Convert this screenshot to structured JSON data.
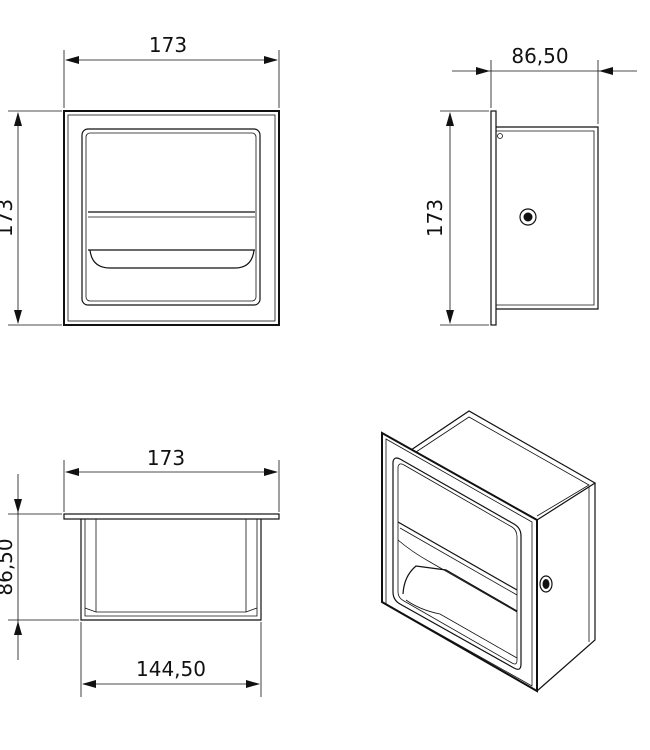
{
  "drawing": {
    "front_view": {
      "width_label": "173",
      "height_label": "173"
    },
    "side_view": {
      "depth_label": "86,50",
      "height_label": "173"
    },
    "top_view": {
      "width_label": "173",
      "depth_label": "86,50",
      "inner_width_label": "144,50"
    }
  }
}
